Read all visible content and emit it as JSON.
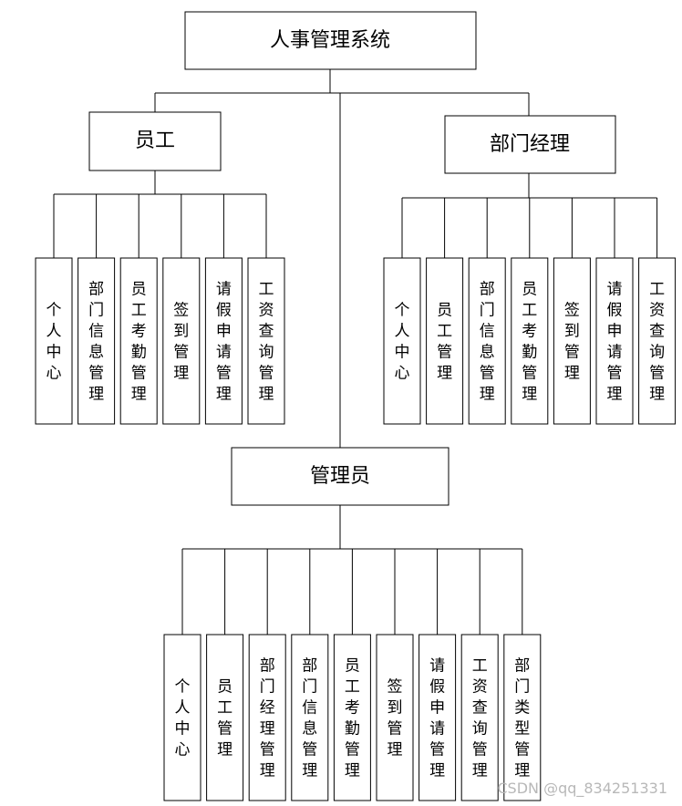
{
  "root": {
    "label": "人事管理系统"
  },
  "employee": {
    "label": "员工",
    "children": [
      "个人中心",
      "部门信息管理",
      "员工考勤管理",
      "签到管理",
      "请假申请管理",
      "工资查询管理"
    ]
  },
  "manager": {
    "label": "部门经理",
    "children": [
      "个人中心",
      "员工管理",
      "部门信息管理",
      "员工考勤管理",
      "签到管理",
      "请假申请管理",
      "工资查询管理"
    ]
  },
  "admin": {
    "label": "管理员",
    "children": [
      "个人中心",
      "员工管理",
      "部门经理管理",
      "部门信息管理",
      "员工考勤管理",
      "签到管理",
      "请假申请管理",
      "工资查询管理",
      "部门类型管理"
    ]
  },
  "watermark": "CSDN @qq_834251331"
}
